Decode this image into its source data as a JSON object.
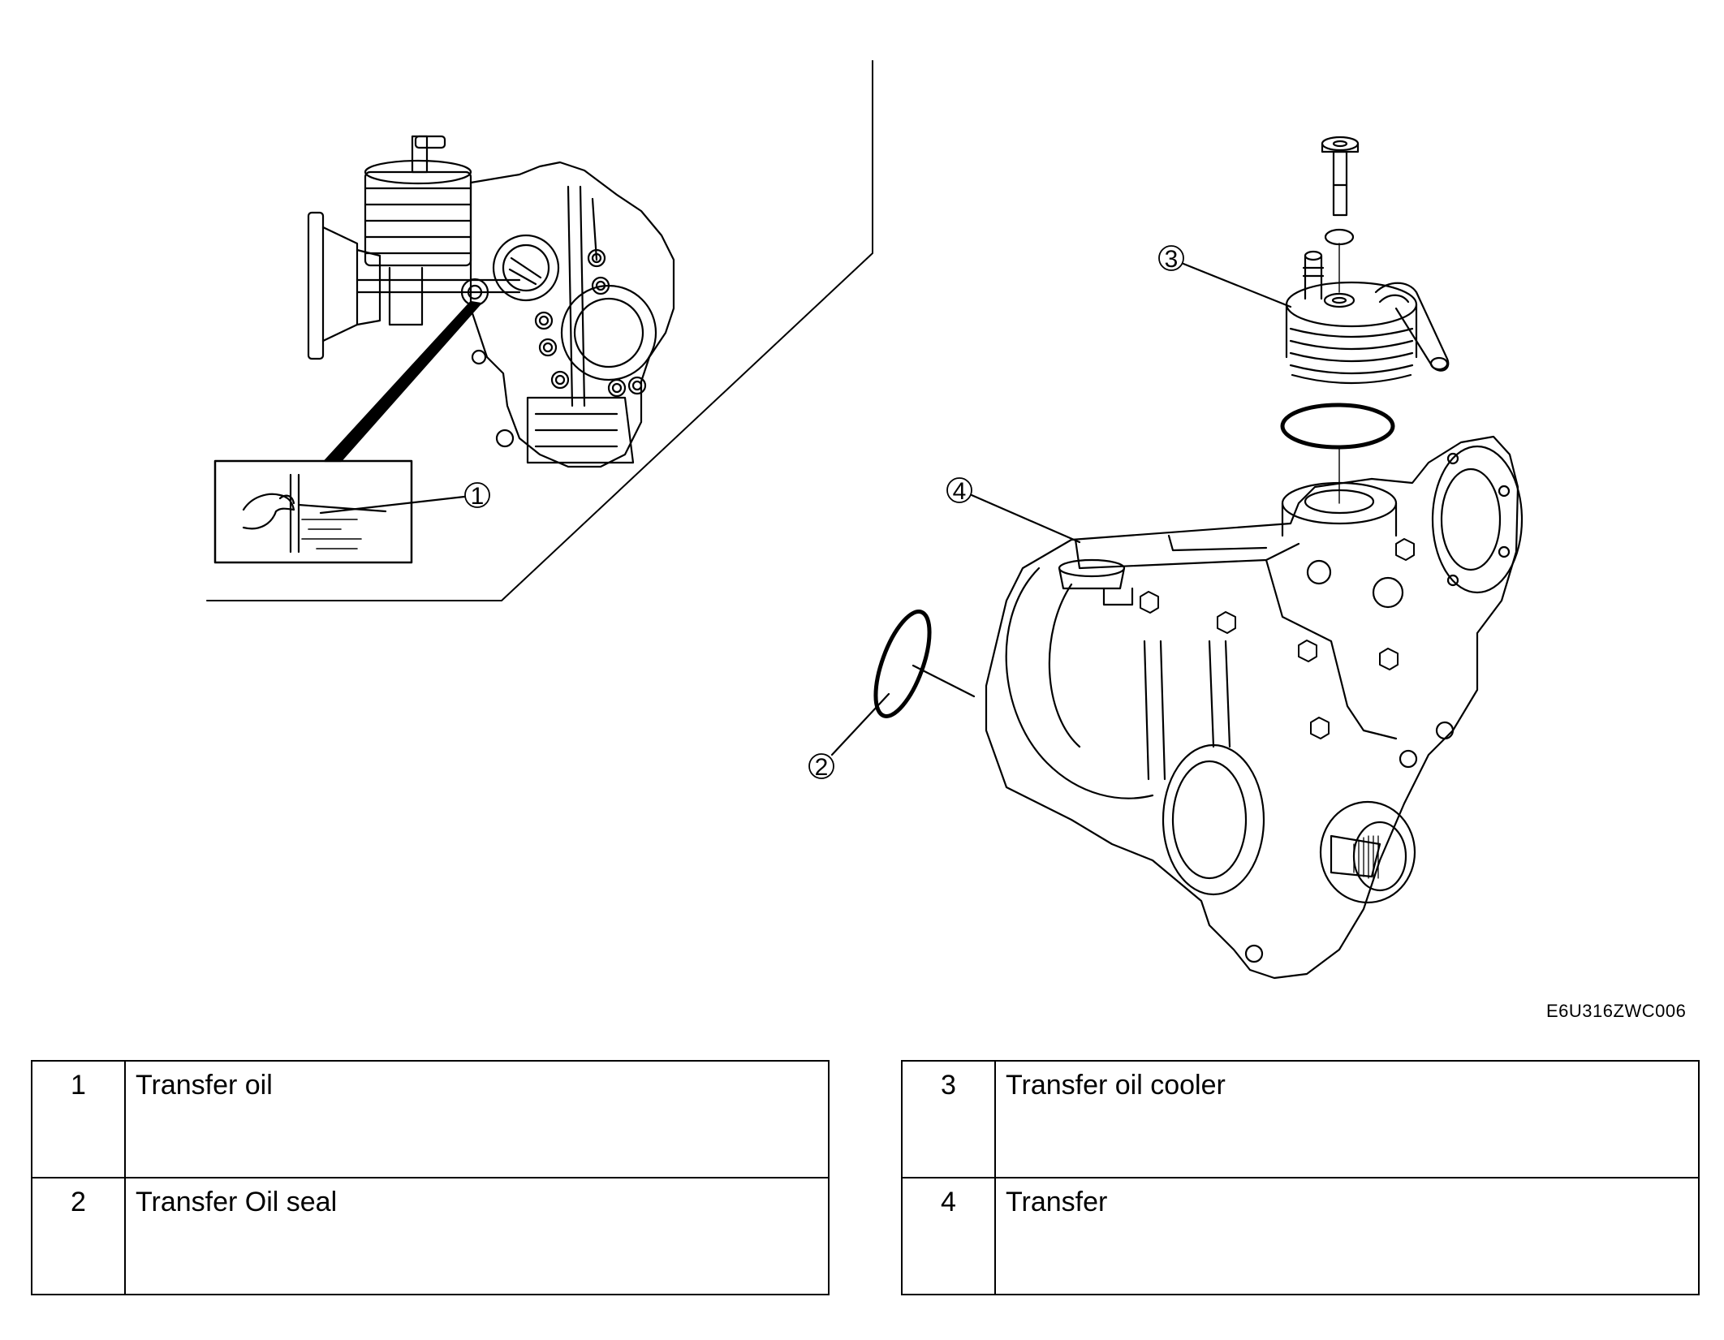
{
  "figure": {
    "code": "E6U316ZWC006",
    "callouts": [
      {
        "id": "callout-1",
        "label": "1"
      },
      {
        "id": "callout-2",
        "label": "2"
      },
      {
        "id": "callout-3",
        "label": "3"
      },
      {
        "id": "callout-4",
        "label": "4"
      }
    ]
  },
  "legend": {
    "left": [
      {
        "num": "1",
        "name": "Transfer oil"
      },
      {
        "num": "2",
        "name": "Transfer Oil seal"
      }
    ],
    "right": [
      {
        "num": "3",
        "name": "Transfer oil cooler"
      },
      {
        "num": "4",
        "name": "Transfer"
      }
    ]
  }
}
